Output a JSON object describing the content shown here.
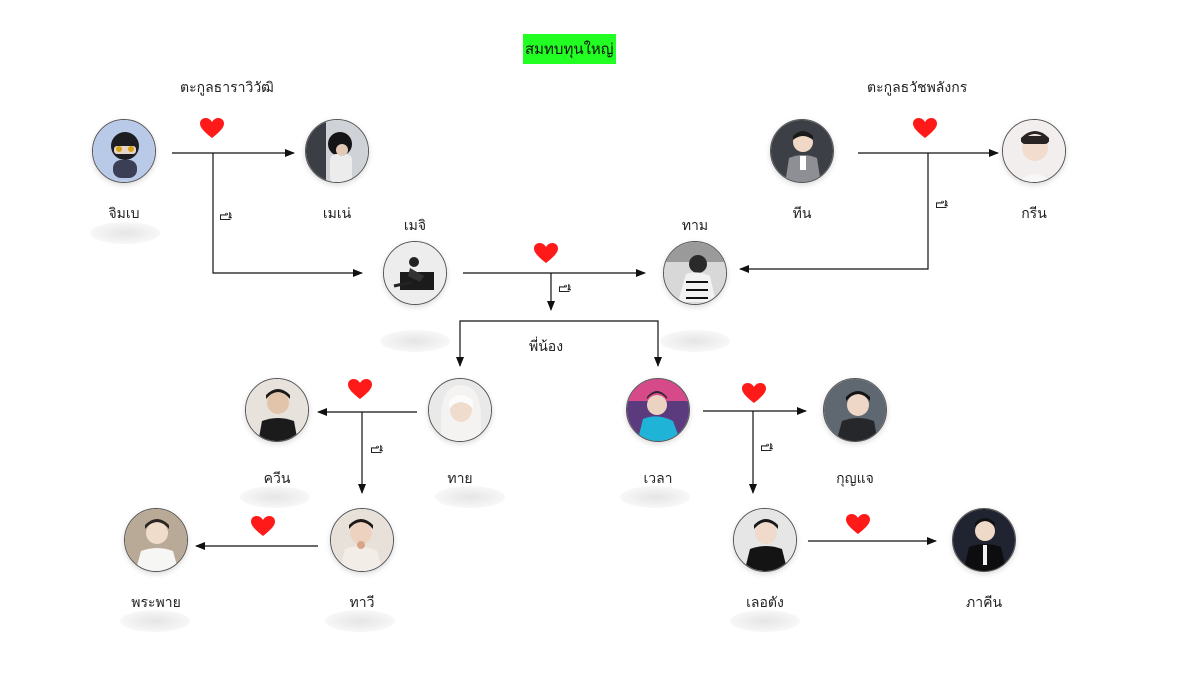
{
  "title": "สมทบทุนใหญ่",
  "families": {
    "left": "ตะกูลธาราวิวัฒิ",
    "right": "ตะกูลธวัชพลังกร"
  },
  "relation": {
    "married": "ปี",
    "siblings": "พี่น้อง"
  },
  "people": {
    "jimbe": "จิมเบ",
    "mene": "เมเน่",
    "tin": "ทีน",
    "green": "กรีน",
    "meji": "เมจิ",
    "tam": "ทาม",
    "quin": "ควีน",
    "tai": "ทาย",
    "wela": "เวลา",
    "kunjae": "กุญแจ",
    "prapai": "พระพาย",
    "tawi": "ทาวี",
    "loetang": "เลอตัง",
    "pakin": "ภาคีน"
  },
  "colors": {
    "title_bg": "#22ff22",
    "heart": "#ff1a1a",
    "line": "#111111"
  }
}
